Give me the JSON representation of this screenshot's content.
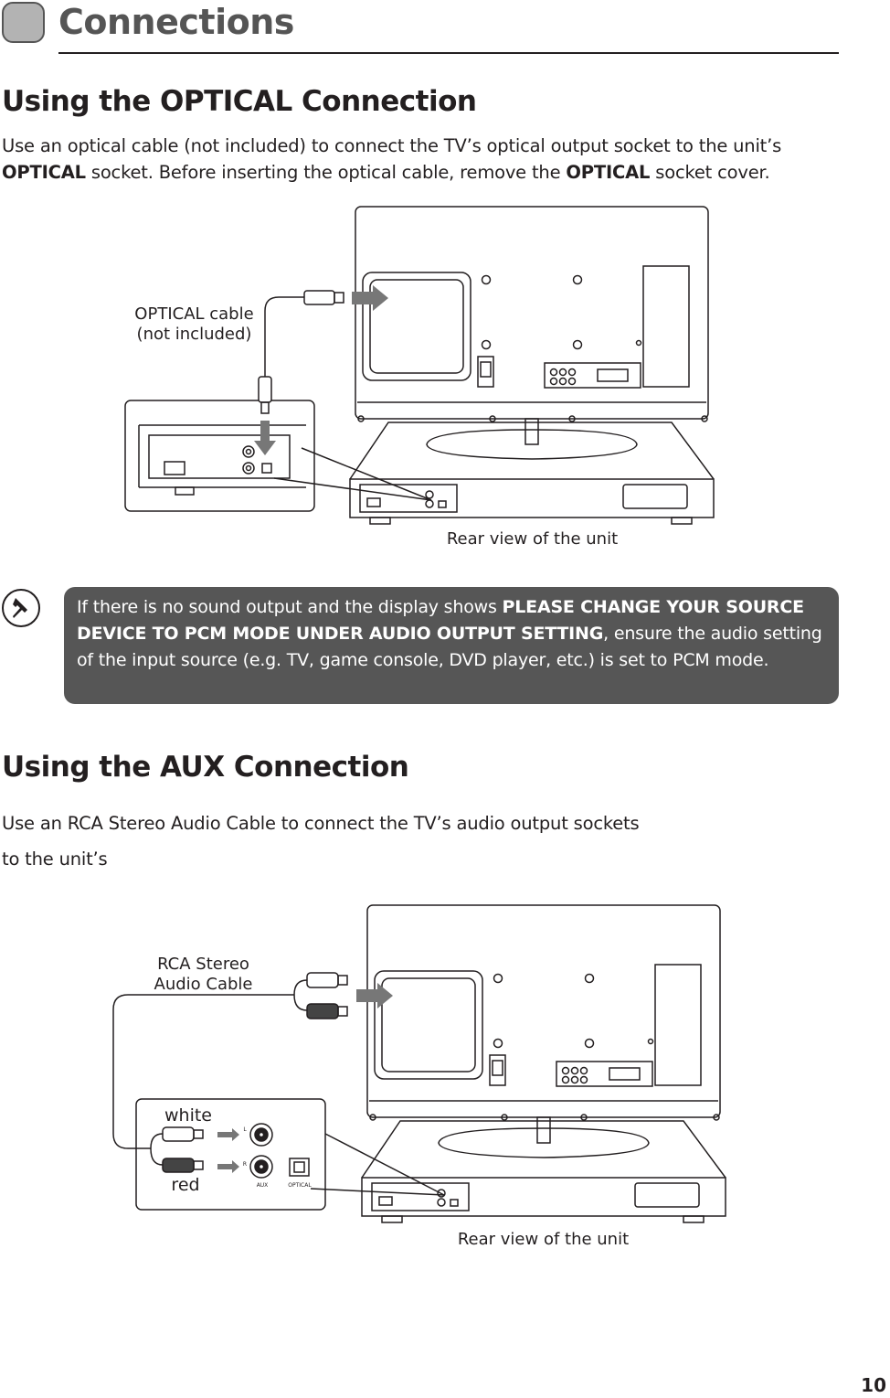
{
  "header": {
    "title": "Connections"
  },
  "optical": {
    "heading": "Using the OPTICAL Connection",
    "para": {
      "t1": "Use an optical cable (not included) to connect the TV’s optical output socket to the unit’s ",
      "b1": "OPTICAL",
      "t2": " socket. Before inserting the optical cable, remove the ",
      "b2": "OPTICAL",
      "t3": " socket cover."
    },
    "cable_label_1": "OPTICAL cable",
    "cable_label_2": "(not included)",
    "caption": "Rear view of the unit"
  },
  "note": {
    "t1": "If there is no sound output and the display shows ",
    "b1": "PLEASE CHANGE YOUR SOURCE DEVICE TO PCM MODE UNDER AUDIO OUTPUT SETTING",
    "t2": ", ensure the audio setting of the input source (e.g. TV, game console, DVD player, etc.) is set to PCM mode."
  },
  "aux": {
    "heading": "Using the AUX Connection",
    "para_line1": "Use an RCA Stereo Audio Cable  to  connect the TV’s audio output sockets",
    "para_line2": "to the unit’s",
    "cable_label_1": "RCA Stereo",
    "cable_label_2": "Audio Cable",
    "white_label": "white",
    "red_label": "red",
    "panel_l": "L",
    "panel_r": "R",
    "panel_aux": "AUX",
    "panel_optical": "OPTICAL",
    "caption": "Rear view of the unit"
  },
  "page_number": "10"
}
